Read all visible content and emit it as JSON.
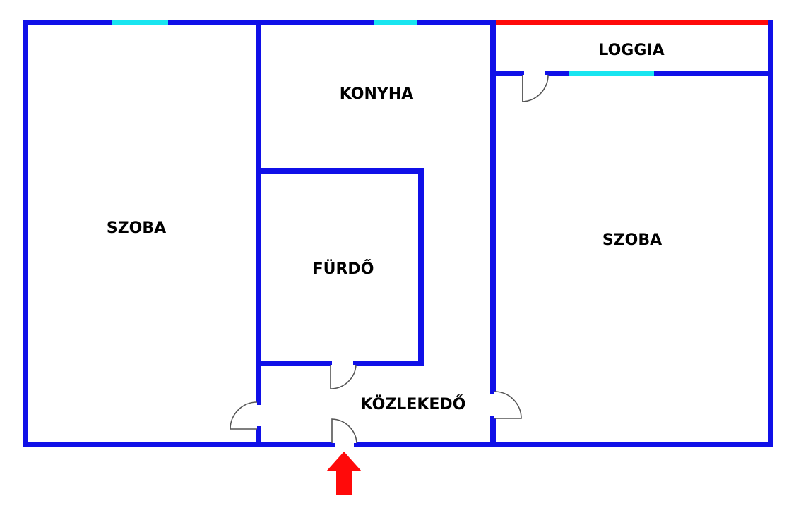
{
  "rooms": {
    "szoba_left": "SZOBA",
    "konyha": "KONYHA",
    "furdo": "FÜRDŐ",
    "kozlekedo": "KÖZLEKEDŐ",
    "loggia": "LOGGIA",
    "szoba_right": "SZOBA"
  },
  "colors": {
    "wall": "#1010e8",
    "window": "#19e5f0",
    "loggia_rail": "#ff0a0a",
    "door": "#555555",
    "entrance_arrow": "#ff0a0a"
  },
  "legend_icons": {
    "entrance": "entrance-arrow-icon"
  }
}
